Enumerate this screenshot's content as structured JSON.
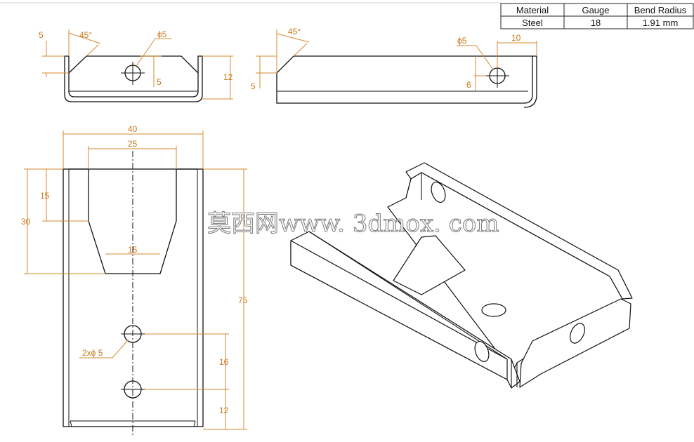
{
  "spec_table": {
    "headers": [
      "Material",
      "Gauge",
      "Bend Radius"
    ],
    "row": [
      "Steel",
      "18",
      "1.91 mm"
    ]
  },
  "front_view": {
    "dim_5_left": "5",
    "angle": "45°",
    "hole": "ϕ5",
    "dim_5_hole": "5",
    "dim_12": "12"
  },
  "side_view": {
    "angle": "45°",
    "dim_5": "5",
    "hole": "ϕ5",
    "dim_10": "10",
    "dim_6": "6"
  },
  "top_view": {
    "dim_40": "40",
    "dim_25": "25",
    "dim_15_height": "15",
    "dim_30": "30",
    "dim_15_width": "15",
    "dim_75": "75",
    "holes": "2xϕ 5",
    "dim_16": "16",
    "dim_12": "12"
  },
  "watermark": "莫西网www. 3dmox. com"
}
